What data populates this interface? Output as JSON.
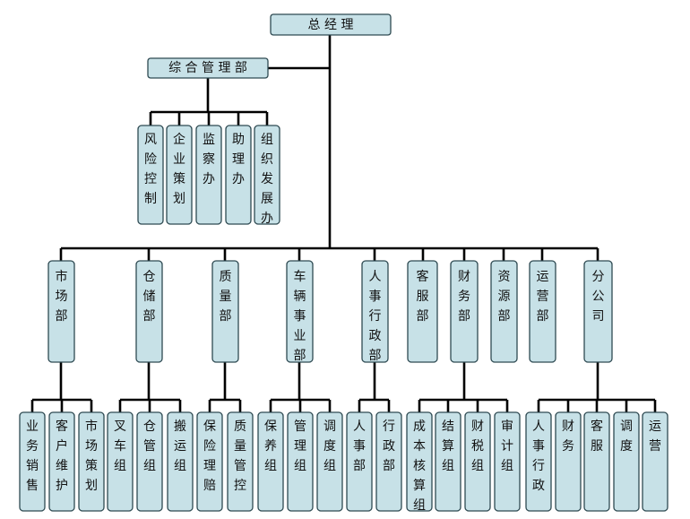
{
  "diagram": {
    "top": {
      "label": "总 经 理"
    },
    "admin": {
      "label": "综 合 管 理 部"
    },
    "admin_children": [
      {
        "label": "风险控制"
      },
      {
        "label": "企业策划"
      },
      {
        "label": "监察办"
      },
      {
        "label": "助理办"
      },
      {
        "label": "组织发展办"
      }
    ],
    "departments": [
      {
        "label": "市场部",
        "children": [
          {
            "label": "业务销售"
          },
          {
            "label": "客户维护"
          },
          {
            "label": "市场策划"
          }
        ]
      },
      {
        "label": "仓储部",
        "children": [
          {
            "label": "叉车组"
          },
          {
            "label": "仓管组"
          },
          {
            "label": "搬运组"
          }
        ]
      },
      {
        "label": "质量部",
        "children": [
          {
            "label": "保险理赔"
          },
          {
            "label": "质量管控"
          }
        ]
      },
      {
        "label": "车辆事业部",
        "children": [
          {
            "label": "保养组"
          },
          {
            "label": "管理组"
          },
          {
            "label": "调度组"
          }
        ]
      },
      {
        "label": "人事行政部",
        "children": [
          {
            "label": "人事部"
          },
          {
            "label": "行政部"
          }
        ]
      },
      {
        "label": "客服部",
        "children": []
      },
      {
        "label": "财务部",
        "children": [
          {
            "label": "成本核算组"
          },
          {
            "label": "结算组"
          },
          {
            "label": "财税组"
          },
          {
            "label": "审计组"
          }
        ]
      },
      {
        "label": "资源部",
        "children": []
      },
      {
        "label": "运营部",
        "children": []
      },
      {
        "label": "分公司",
        "children": [
          {
            "label": "人事行政"
          },
          {
            "label": "财务"
          },
          {
            "label": "客服"
          },
          {
            "label": "调度"
          },
          {
            "label": "运营"
          }
        ]
      }
    ]
  }
}
